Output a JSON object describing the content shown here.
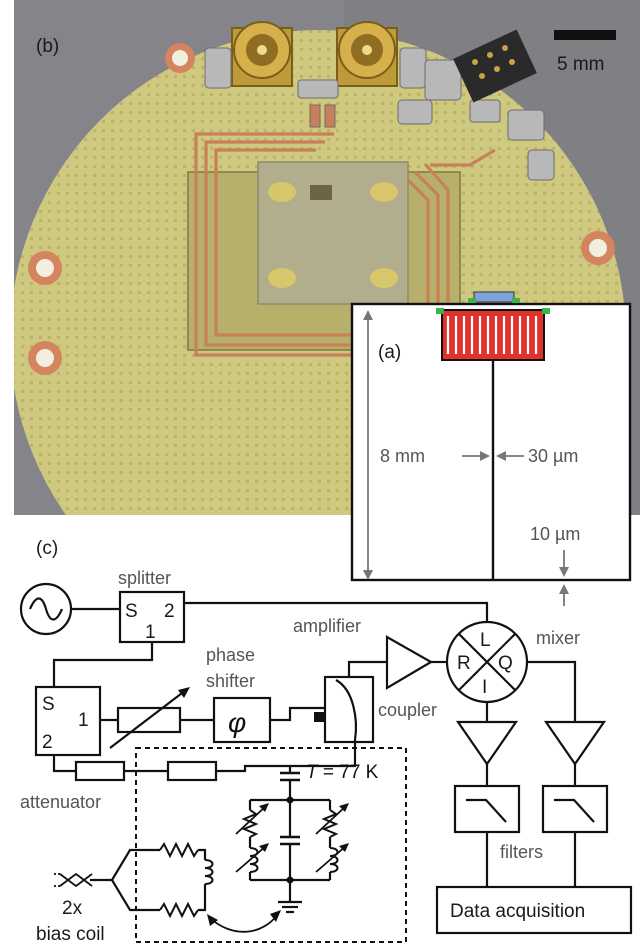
{
  "panels": {
    "b": "(b)",
    "a": "(a)",
    "c": "(c)"
  },
  "scale_bar": "5 mm",
  "inset": {
    "length": "8 mm",
    "gap": "30 µm",
    "width": "10 µm"
  },
  "circuit": {
    "splitter": "splitter",
    "splitter_ports": [
      "S",
      "2",
      "1"
    ],
    "splitter2_ports": [
      "S",
      "1",
      "2"
    ],
    "phase_shifter_line1": "phase",
    "phase_shifter_line2": "shifter",
    "phase_symbol": "φ",
    "amplifier": "amplifier",
    "mixer": "mixer",
    "mixer_ports": [
      "L",
      "R",
      "Q",
      "I"
    ],
    "coupler": "coupler",
    "attenuator": "attenuator",
    "temperature_italic": "T",
    "temperature_rest": " = 77 K",
    "filters": "filters",
    "data_acquisition": "Data acquisition",
    "bias_line1": "2x",
    "bias_line2": "bias coil"
  },
  "colors": {
    "board": "#c9c178",
    "copper": "#c8805a",
    "resonator_red": "#e0322c",
    "contact_green": "#3cb44b",
    "label_gray": "#555555"
  }
}
